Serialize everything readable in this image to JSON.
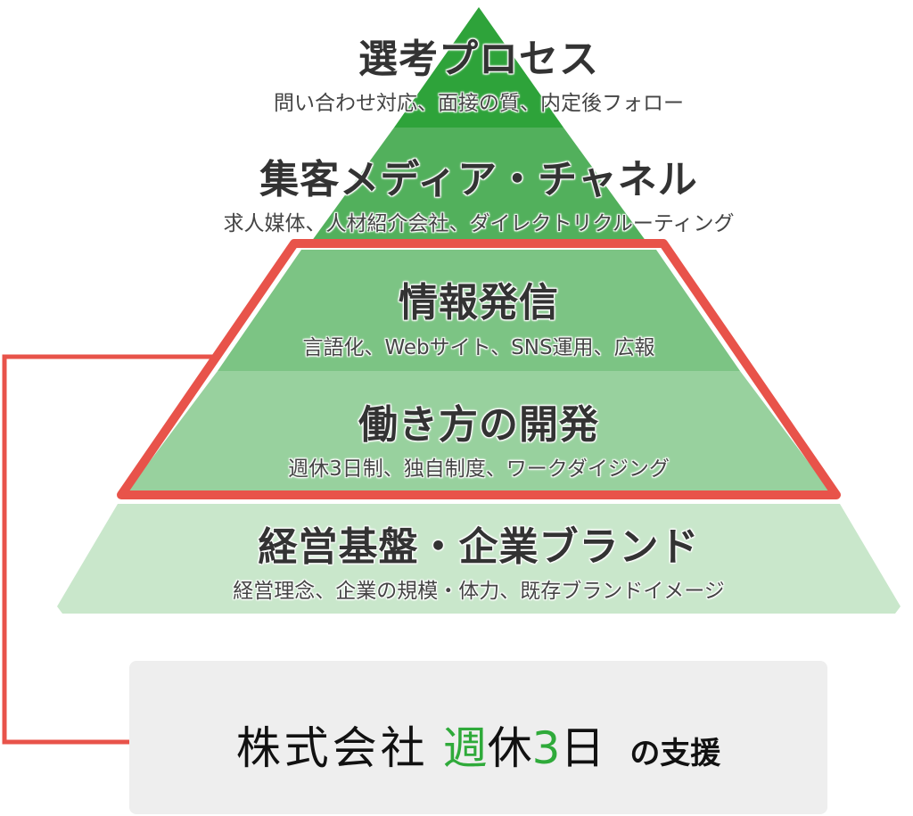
{
  "tiers": [
    {
      "title": "選考プロセス",
      "subtitle": "問い合わせ対応、面接の質、内定後フォロー",
      "color": "#2ea33a"
    },
    {
      "title": "集客メディア・チャネル",
      "subtitle": "求人媒体、人材紹介会社、ダイレクトリクルーティング",
      "color": "#52b05c"
    },
    {
      "title": "情報発信",
      "subtitle": "言語化、Webサイト、SNS運用、広報",
      "color": "#7cc484"
    },
    {
      "title": "働き方の開発",
      "subtitle": "週休3日制、独自制度、ワークダイジング",
      "color": "#98d19e"
    },
    {
      "title": "経営基盤・企業ブランド",
      "subtitle": "経営理念、企業の規模・体力、既存ブランドイメージ",
      "color": "#c9e7cb"
    }
  ],
  "highlight_color": "#e8534a",
  "support": {
    "company_prefix": "株式会社",
    "brand_1": "週",
    "brand_2": "休",
    "brand_3": "3",
    "brand_4": "日",
    "suffix": "の支援"
  }
}
